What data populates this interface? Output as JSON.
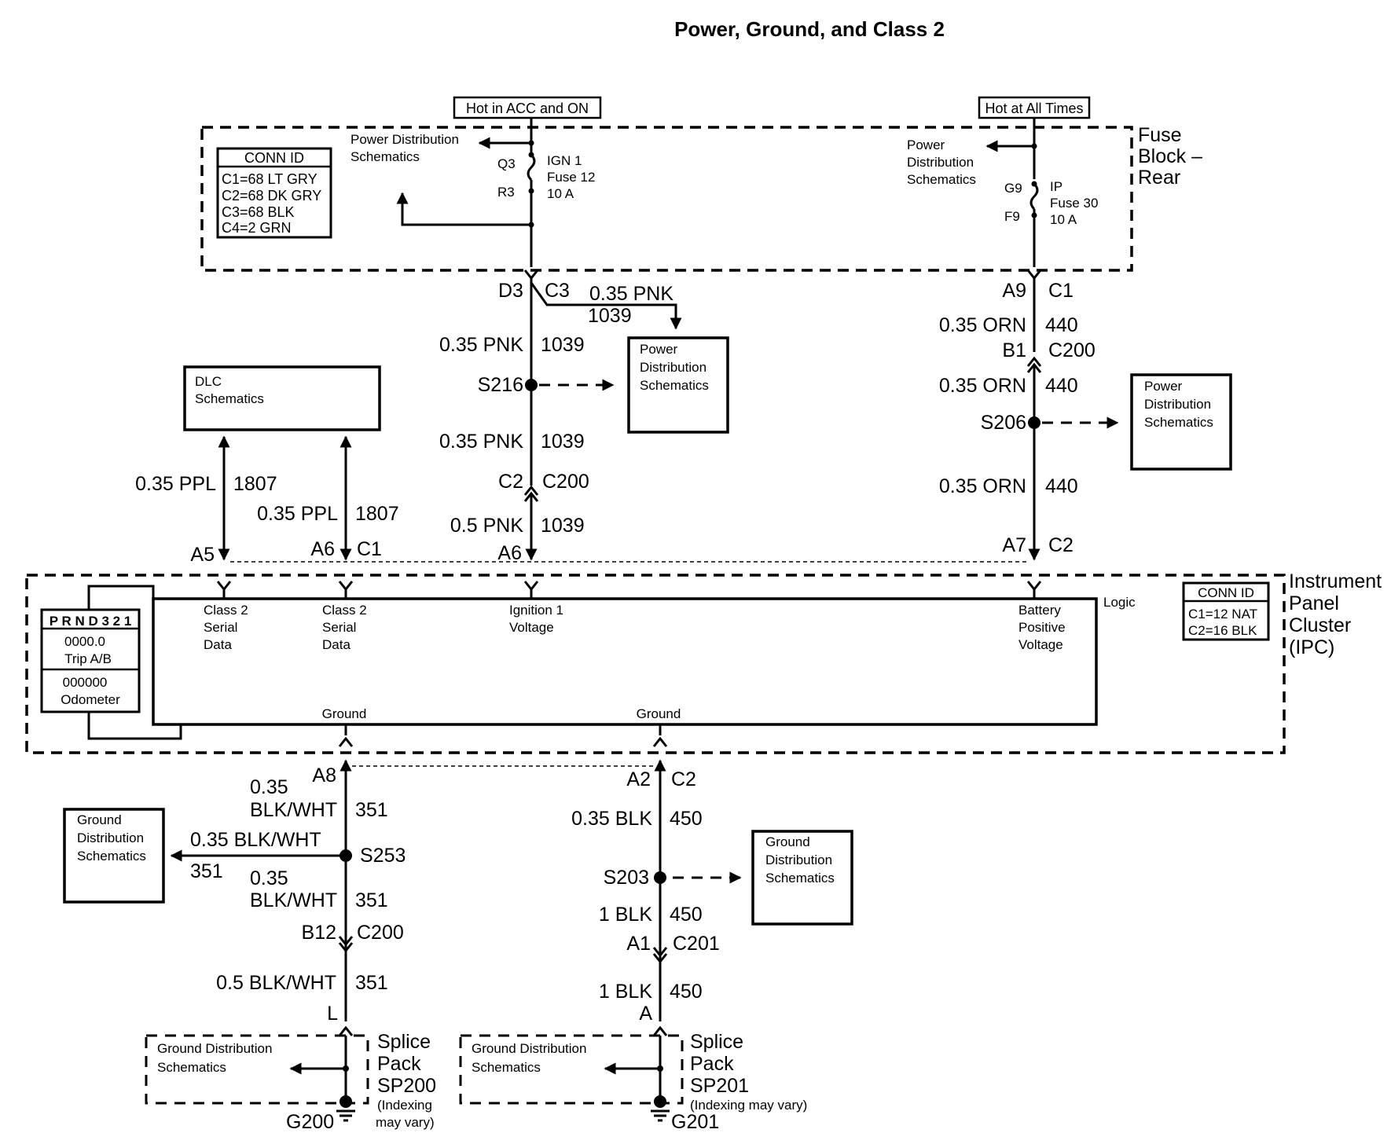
{
  "title": "Power, Ground, and Class 2",
  "hot_acc_on": "Hot in ACC and ON",
  "hot_all_times": "Hot at All Times",
  "fuse_block": [
    "Fuse",
    "Block –",
    "Rear"
  ],
  "ipc_name": [
    "Instrument",
    "Panel",
    "Cluster",
    "(IPC)"
  ],
  "conn_id_fuse": {
    "title": "CONN ID",
    "lines": [
      "C1=68 LT GRY",
      "C2=68 DK GRY",
      "C3=68 BLK",
      "C4=2 GRN"
    ]
  },
  "conn_id_ipc": {
    "title": "CONN ID",
    "lines": [
      "C1=12 NAT",
      "C2=16 BLK"
    ]
  },
  "power_dist_top_left": [
    "Power Distribution",
    "Schematics"
  ],
  "power_dist_top_right": [
    "Power",
    "Distribution",
    "Schematics"
  ],
  "power_dist": [
    "Power",
    "Distribution",
    "Schematics"
  ],
  "dlc": [
    "DLC",
    "Schematics"
  ],
  "ground_dist": [
    "Ground",
    "Distribution",
    "Schematics"
  ],
  "ground_dist_splice": [
    "Ground Distribution",
    "Schematics"
  ],
  "fuse12": {
    "pin_in": "Q3",
    "pin_out": "R3",
    "lines": [
      "IGN 1",
      "Fuse 12",
      "10 A"
    ]
  },
  "fuse30": {
    "pin_in": "G9",
    "pin_out": "F9",
    "lines": [
      "IP",
      "Fuse 30",
      "10 A"
    ]
  },
  "wires": {
    "pnk035": "0.35 PNK",
    "pnk05": "0.5 PNK",
    "c1039": "1039",
    "orn035": "0.35 ORN",
    "c440": "440",
    "ppl035": "0.35 PPL",
    "c1807": "1807",
    "blkwht035_a": "0.35",
    "blkwht035_b": "BLK/WHT",
    "blkwht035": "0.35 BLK/WHT",
    "blkwht05": "0.5 BLK/WHT",
    "c351": "351",
    "blk035": "0.35 BLK",
    "blk1": "1 BLK",
    "c450": "450"
  },
  "connectors": {
    "D3": "D3",
    "C3": "C3",
    "A9": "A9",
    "C1": "C1",
    "B1": "B1",
    "C200": "C200",
    "C2": "C2",
    "A6": "A6",
    "A5": "A5",
    "A7": "A7",
    "A8": "A8",
    "A2": "A2",
    "B12": "B12",
    "A1": "A1",
    "C201": "C201",
    "L": "L",
    "A": "A"
  },
  "splices": {
    "S216": "S216",
    "S206": "S206",
    "S253": "S253",
    "S203": "S203"
  },
  "ipc_inputs": {
    "class2_a": [
      "Class 2",
      "Serial",
      "Data"
    ],
    "class2_b": [
      "Class 2",
      "Serial",
      "Data"
    ],
    "ign": [
      "Ignition 1",
      "Voltage"
    ],
    "batt": [
      "Battery",
      "Positive",
      "Voltage"
    ],
    "ground": "Ground",
    "logic": "Logic"
  },
  "display": {
    "prnd": "P R N D 3 2 1",
    "trip_val": "0000.0",
    "trip_label": "Trip A/B",
    "odo_val": "000000",
    "odo_label": "Odometer"
  },
  "splice_pack_1": {
    "lines": [
      "Splice",
      "Pack",
      "SP200"
    ],
    "note": [
      "(Indexing",
      "may vary)"
    ],
    "ground": "G200"
  },
  "splice_pack_2": {
    "lines": [
      "Splice",
      "Pack",
      "SP201"
    ],
    "note": [
      "(Indexing may vary)"
    ],
    "ground": "G201"
  }
}
